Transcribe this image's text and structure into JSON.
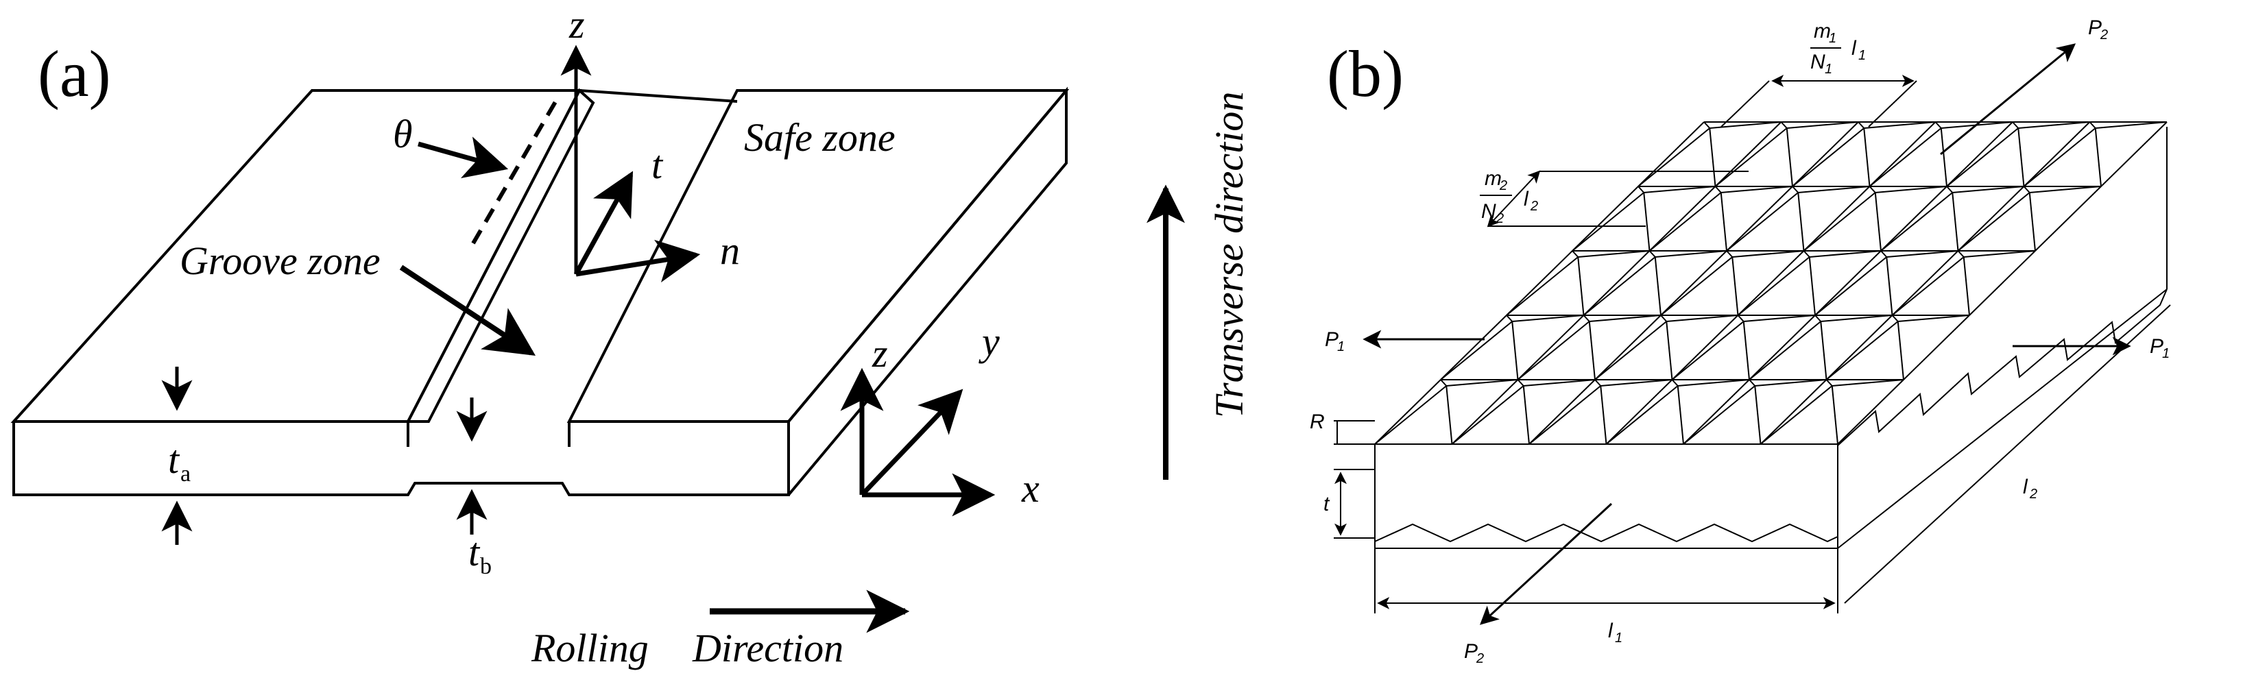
{
  "panel_a": {
    "label": "(a)",
    "z_axis": "z",
    "theta": "θ",
    "t": "t",
    "n": "n",
    "safe_zone": "Safe zone",
    "groove_zone": "Groove zone",
    "t_a": "t",
    "t_a_sub": "a",
    "t_b": "t",
    "t_b_sub": "b",
    "coord_z": "z",
    "coord_y": "y",
    "coord_x": "x",
    "rolling": "Rolling",
    "direction": "Direction",
    "transverse": "Transverse direction"
  },
  "panel_b": {
    "label": "(b)",
    "m1": "m",
    "m1_sub": "1",
    "n1": "N",
    "n1_sub": "1",
    "l1_top": "l",
    "l1_top_sub": "1",
    "m2": "m",
    "m2_sub": "2",
    "n2": "N",
    "n2_sub": "2",
    "l2_left": "l",
    "l2_left_sub": "2",
    "p1_left": "P",
    "p1_left_sub": "1",
    "p1_right": "P",
    "p1_right_sub": "1",
    "p2_top": "P",
    "p2_top_sub": "2",
    "p2_bottom": "P",
    "p2_bottom_sub": "2",
    "r": "R",
    "t": "t",
    "l1": "l",
    "l1_sub": "1",
    "l2": "l",
    "l2_sub": "2"
  }
}
